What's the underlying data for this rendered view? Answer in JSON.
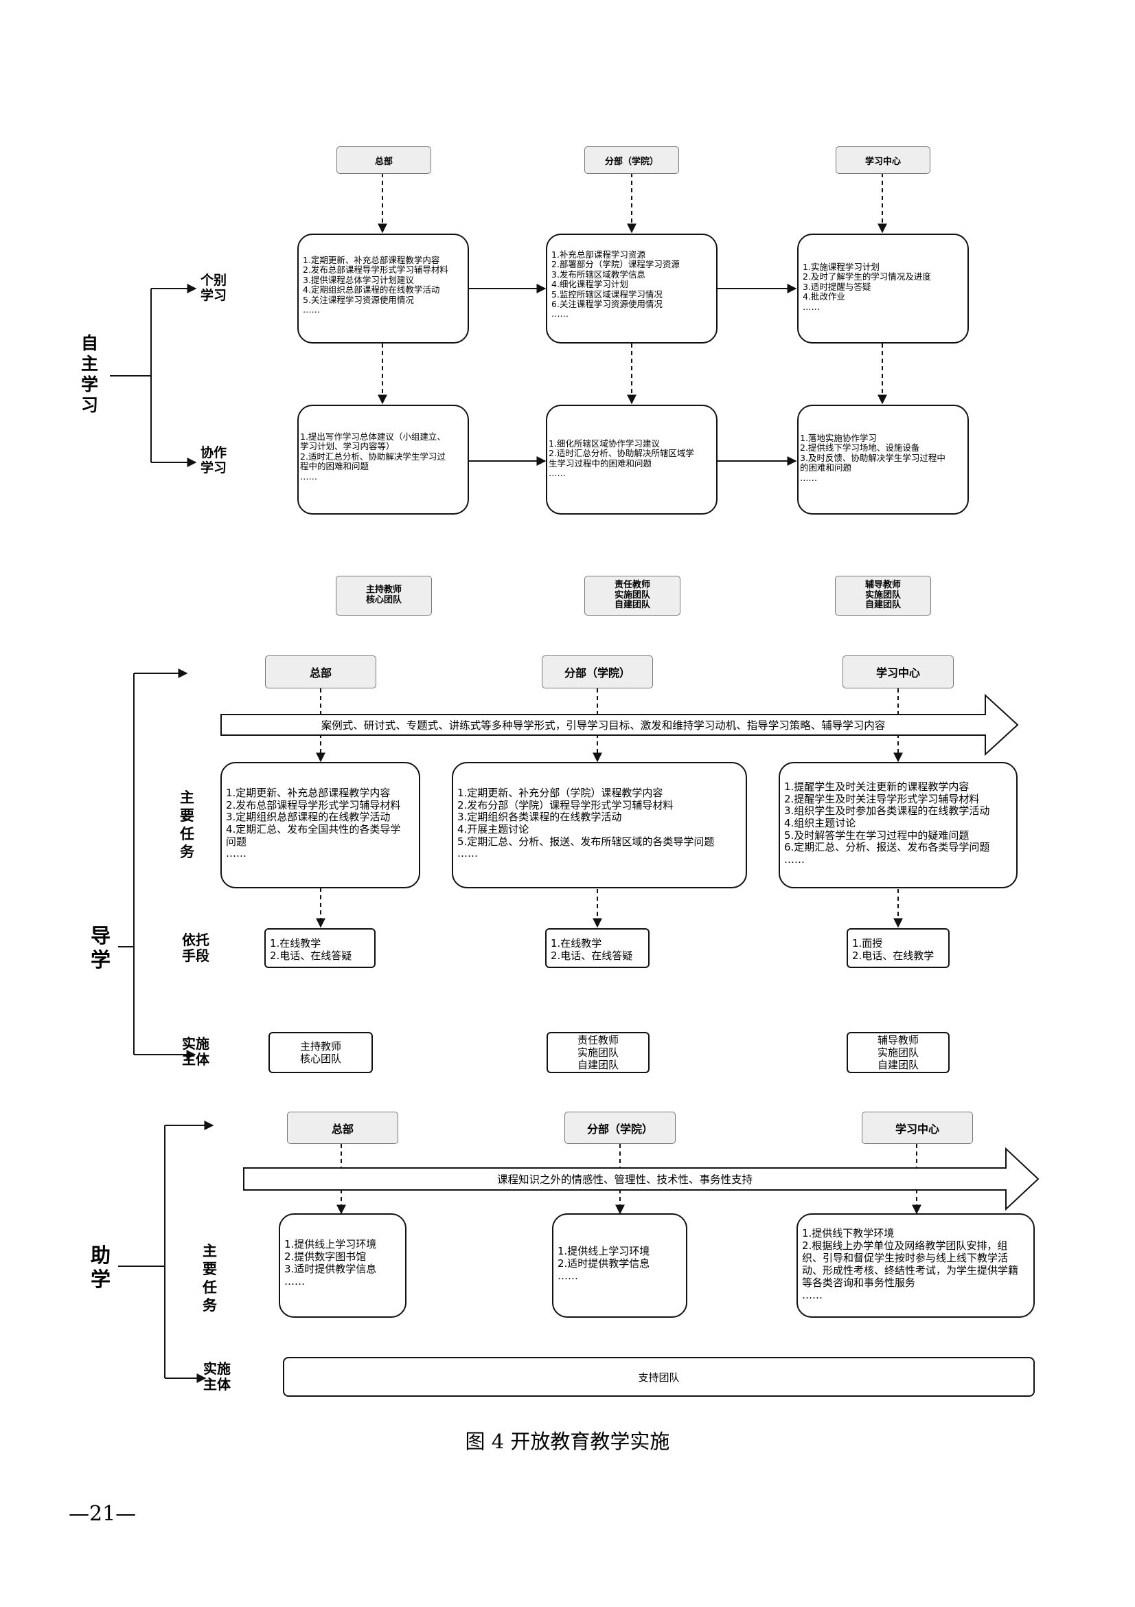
{
  "caption": "图 4  开放教育教学实施",
  "page_number": "—21—",
  "autonomous": {
    "title": "自\n主\n学\n习",
    "headers": [
      "总部",
      "分部（学院）",
      "学习中心"
    ],
    "rows": [
      {
        "label": "个别\n学习",
        "boxes": [
          [
            "1.定期更新、补充总部课程教学内容",
            "2.发布总部课程导学形式学习辅导材料",
            "3.提供课程总体学习计划建议",
            "4.定期组织总部课程的在线教学活动",
            "5.关注课程学习资源使用情况",
            "……"
          ],
          [
            "1.补充总部课程学习资源",
            "2.部署部分（学院）课程学习资源",
            "3.发布所辖区域教学信息",
            "4.细化课程学习计划",
            "5.监控所辖区域课程学习情况",
            "6.关注课程学习资源使用情况",
            "……"
          ],
          [
            "1.实施课程学习计划",
            "2.及时了解学生的学习情况及进度",
            "3.适时提醒与答疑",
            "4.批改作业",
            "……"
          ]
        ]
      },
      {
        "label": "协作\n学习",
        "boxes": [
          [
            "1.提出写作学习总体建议（小组建立、",
            "学习计划、学习内容等）",
            " 2.适时汇总分析、协助解决学生学习过",
            "程中的困难和问题",
            " ……"
          ],
          [
            "1.细化所辖区域协作学习建议",
            "2.适时汇总分析、协助解决所辖区域学",
            "生学习过程中的困难和问题",
            "……"
          ],
          [
            "1.落地实施协作学习",
            "2.提供线下学习场地、设施设备",
            "3.及时反馈、协助解决学生学习过程中",
            "的困难和问题",
            "……"
          ]
        ]
      }
    ],
    "teams": [
      "主持教师\n核心团队",
      "责任教师\n实施团队\n自建团队",
      "辅导教师\n实施团队\n自建团队"
    ]
  },
  "guidance": {
    "title": "导\n学",
    "headers": [
      "总部",
      "分部（学院）",
      "学习中心"
    ],
    "banner": "案例式、研讨式、专题式、讲练式等多种导学形式，引导学习目标、激发和维持学习动机、指导学习策略、辅导学习内容",
    "tasks_label": "主\n要\n任\n务",
    "tasks": [
      [
        "1.定期更新、补充总部课程教学内容",
        "2.发布总部课程导学形式学习辅导材料",
        "3.定期组织总部课程的在线教学活动",
        "4.定期汇总、发布全国共性的各类导学",
        "问题",
        "……"
      ],
      [
        "1.定期更新、补充分部（学院）课程教学内容",
        "2.发布分部（学院）课程导学形式学习辅导材料",
        "3.定期组织各类课程的在线教学活动",
        "4.开展主题讨论",
        "5.定期汇总、分析、报送、发布所辖区域的各类导学问题",
        "……"
      ],
      [
        "1.提醒学生及时关注更新的课程教学内容",
        "2.提醒学生及时关注导学形式学习辅导材料",
        "3.组织学生及时参加各类课程的在线教学活动",
        "4.组织主题讨论",
        "5.及时解答学生在学习过程中的疑难问题",
        "6.定期汇总、分析、报送、发布各类导学问题",
        "……"
      ]
    ],
    "means_label": "依托\n手段",
    "means": [
      [
        "1.在线教学",
        "2.电话、在线答疑"
      ],
      [
        "1.在线教学",
        "2.电话、在线答疑"
      ],
      [
        "1.面授",
        "2.电话、在线教学"
      ]
    ],
    "subject_label": "实施\n主体",
    "subjects": [
      "主持教师\n核心团队",
      "责任教师\n实施团队\n自建团队",
      "辅导教师\n实施团队\n自建团队"
    ]
  },
  "support": {
    "title": "助\n学",
    "headers": [
      "总部",
      "分部（学院）",
      "学习中心"
    ],
    "banner": "课程知识之外的情感性、管理性、技术性、事务性支持",
    "tasks_label": "主\n要\n任\n务",
    "tasks": [
      [
        "1.提供线上学习环境",
        "2.提供数字图书馆",
        "3.适时提供教学信息",
        "……"
      ],
      [
        "1.提供线上学习环境",
        "2.适时提供教学信息",
        "……"
      ],
      [
        "1.提供线下教学环境",
        "2.根据线上办学单位及网络教学团队安排，组",
        "织、引导和督促学生按时参与线上线下教学活",
        "动、形成性考核、终结性考试，为学生提供学籍",
        "等各类咨询和事务性服务",
        "……"
      ]
    ],
    "subject_label": "实施\n主体",
    "subject": "支持团队"
  },
  "colors": {
    "line": "#111111",
    "header_fill": "#eeeeee",
    "header_border": "#777777"
  }
}
